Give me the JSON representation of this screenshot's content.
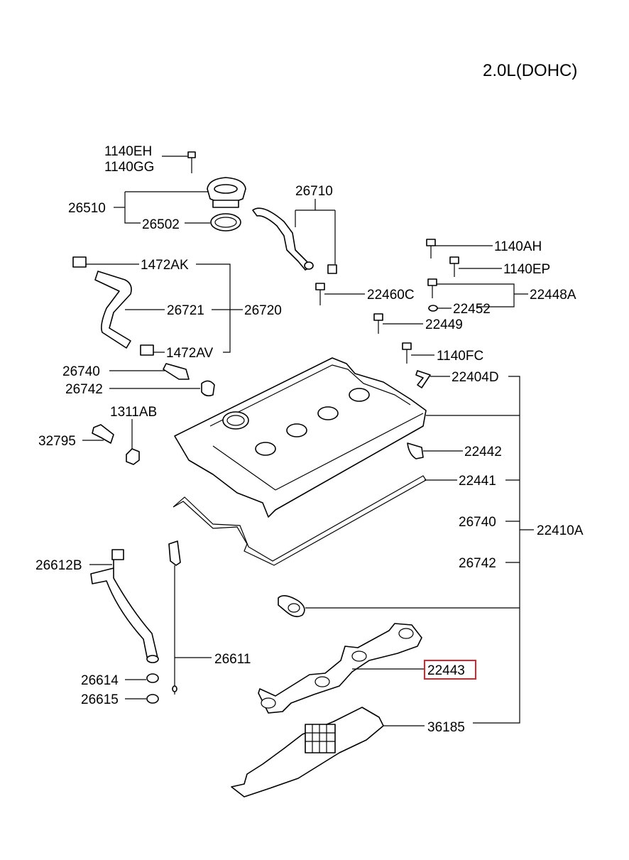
{
  "engine": "2.0L(DOHC)",
  "highlight_color": "#d9262c",
  "labels": {
    "p1140EH": "1140EH",
    "p1140GG": "1140GG",
    "p26510": "26510",
    "p26502": "26502",
    "p26710": "26710",
    "p1140AH": "1140AH",
    "p1140EP": "1140EP",
    "p1472AK": "1472AK",
    "p22460C": "22460C",
    "p22448A": "22448A",
    "p22452": "22452",
    "p26721": "26721",
    "p26720": "26720",
    "p22449": "22449",
    "p1472AV": "1472AV",
    "p1140FC": "1140FC",
    "p26740a": "26740",
    "p22404D": "22404D",
    "p26742a": "26742",
    "p1311AB": "1311AB",
    "p32795": "32795",
    "p22442": "22442",
    "p22441": "22441",
    "p26740b": "26740",
    "p22410A": "22410A",
    "p26612B": "26612B",
    "p26742b": "26742",
    "p26611": "26611",
    "p22443": "22443",
    "p26614": "26614",
    "p26615": "26615",
    "p36185": "36185"
  }
}
